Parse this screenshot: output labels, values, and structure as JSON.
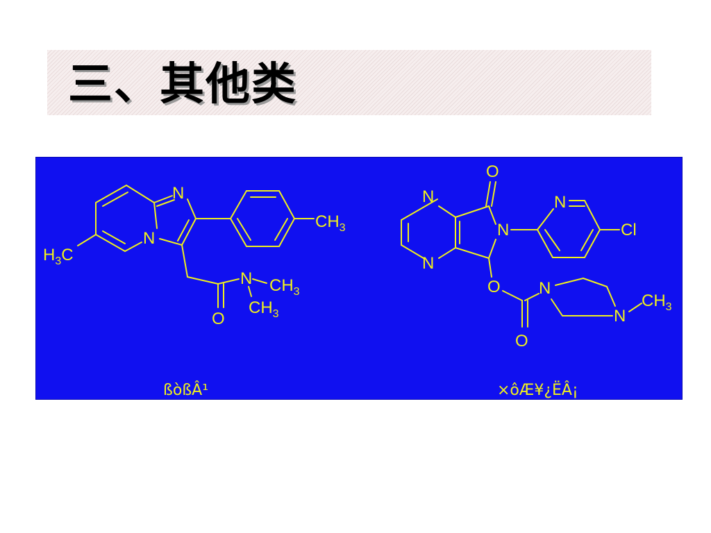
{
  "slide": {
    "title": "三、其他类"
  },
  "structures": {
    "left": {
      "caption": "ßòßÂ¹",
      "atoms": {
        "n_top": "N",
        "n_bridge": "N",
        "ch3_aryl": "CH",
        "ch3_aryl_sub": "3",
        "h3c_h": "H",
        "h3c_sub": "3",
        "h3c_c": "C",
        "n_amide": "N",
        "ch3_amide_1": "CH",
        "ch3_amide_1_sub": "3",
        "ch3_amide_2": "CH",
        "ch3_amide_2_sub": "3",
        "o_amide": "O"
      }
    },
    "right": {
      "caption": "×ôÆ¥¿ËÂ¡",
      "atoms": {
        "o_carbonyl": "O",
        "n_pyrazine_top": "N",
        "n_pyrazine_bottom": "N",
        "n_lactam": "N",
        "n_pyridine": "N",
        "cl": "Cl",
        "o_ester": "O",
        "n_piperazine_1": "N",
        "n_piperazine_4": "N",
        "ch3_piperazine": "CH",
        "ch3_piperazine_sub": "3",
        "o_carbamate": "O"
      }
    }
  },
  "colors": {
    "panel_background": "#1010f0",
    "structure_stroke": "#f2f21a",
    "title_band": "#f6eeee"
  }
}
